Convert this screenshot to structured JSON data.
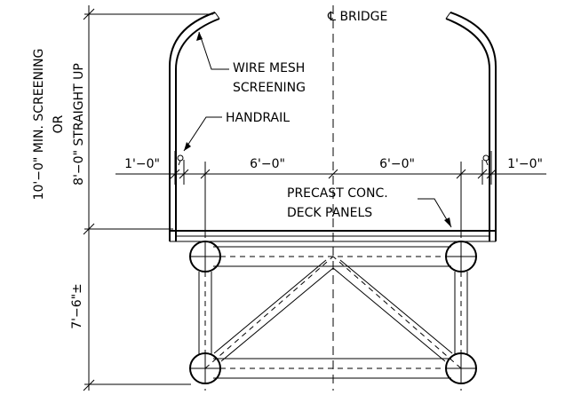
{
  "labels": {
    "centerline": "℄ BRIDGE",
    "wire_mesh_line1": "WIRE MESH",
    "wire_mesh_line2": "SCREENING",
    "handrail": "HANDRAIL",
    "precast_line1": "PRECAST CONC.",
    "precast_line2": "DECK PANELS"
  },
  "dimensions": {
    "left_outer": "1'−0\"",
    "left_inner": "6'−0\"",
    "right_inner": "6'−0\"",
    "right_outer": "1'−0\"",
    "height_truss": "7'−6\"±",
    "screen_line1": "10'−0\" MIN. SCREENING",
    "screen_line2": "OR",
    "screen_line3": "8'−0\" STRAIGHT UP"
  }
}
